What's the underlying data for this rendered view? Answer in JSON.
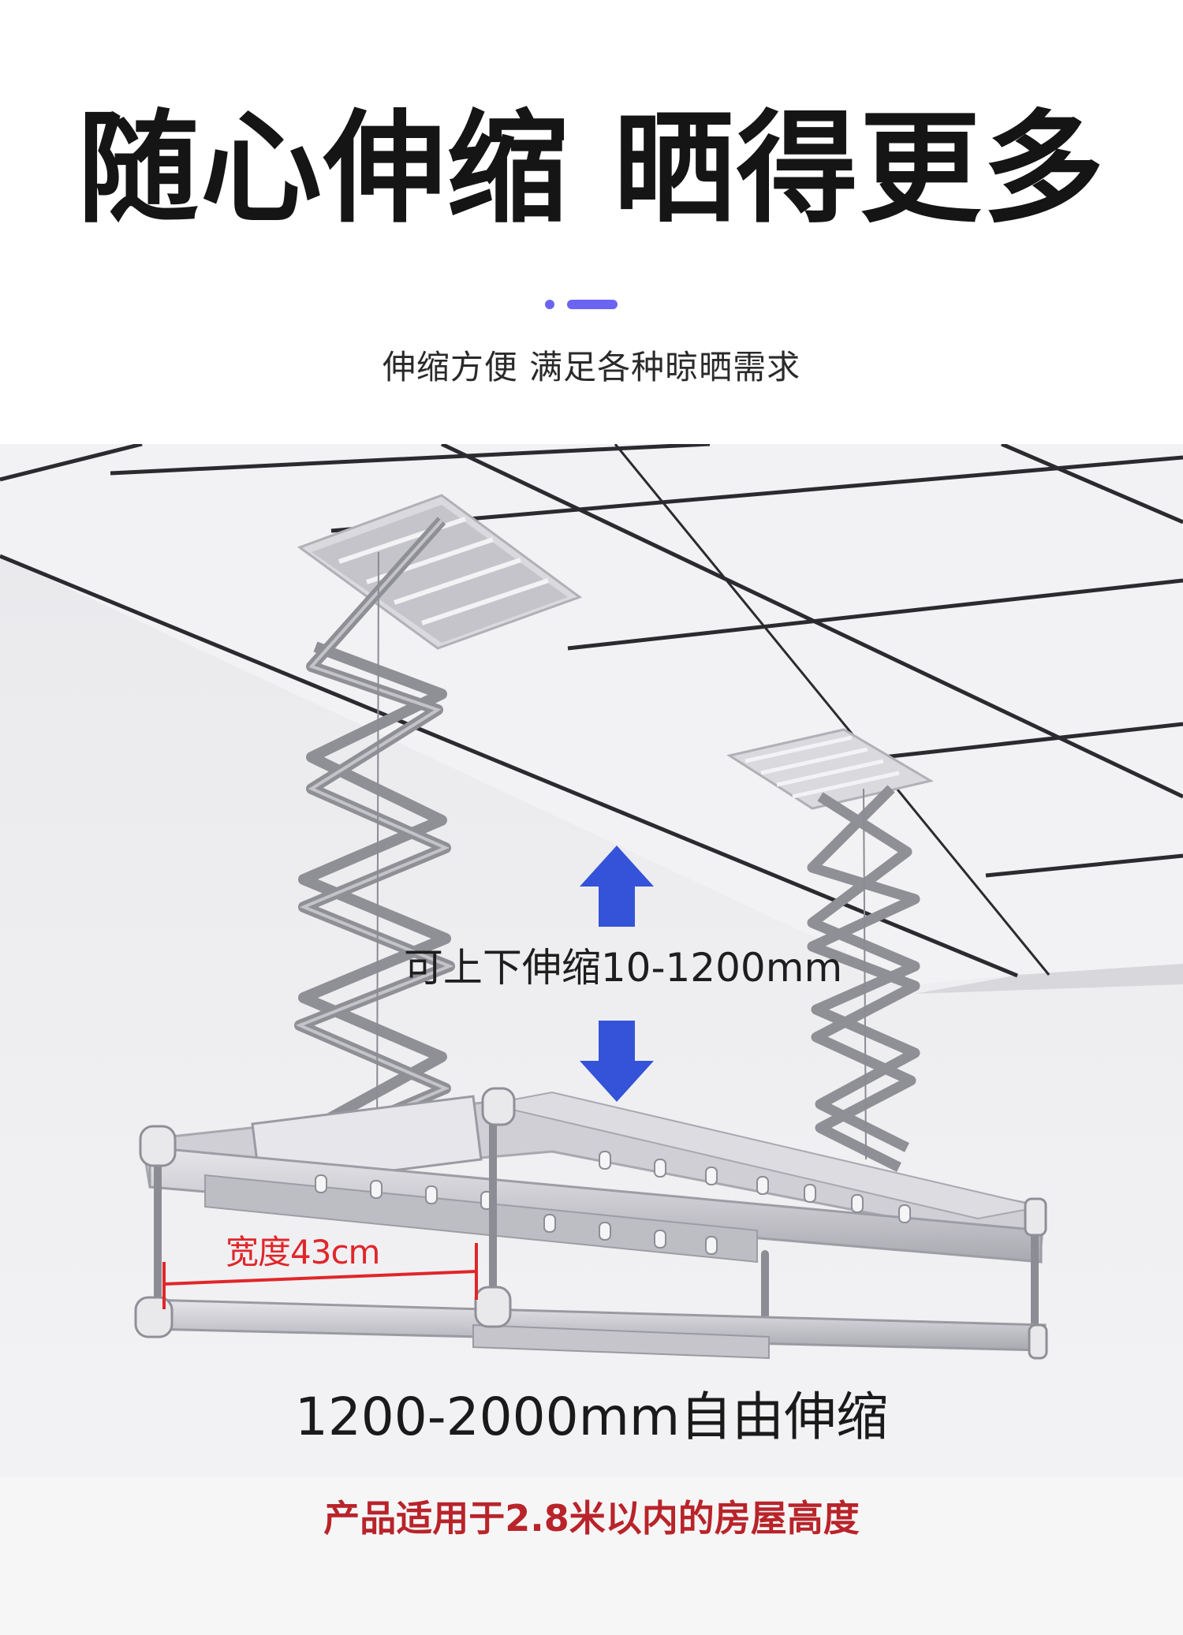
{
  "header": {
    "title": "随心伸缩 晒得更多",
    "subtitle": "伸缩方便 满足各种晾晒需求"
  },
  "annotations": {
    "vertical_range": "可上下伸缩10-1200mm",
    "width": "宽度43cm",
    "length_range": "1200-2000mm自由伸缩",
    "note": "产品适用于2.8米以内的房屋高度"
  },
  "colors": {
    "accent_purple": "#6b63f2",
    "arrow_blue": "#3553d8",
    "width_red": "#e0262a",
    "note_red": "#b8242a"
  },
  "icons": [
    "up-arrow-icon",
    "down-arrow-icon"
  ]
}
